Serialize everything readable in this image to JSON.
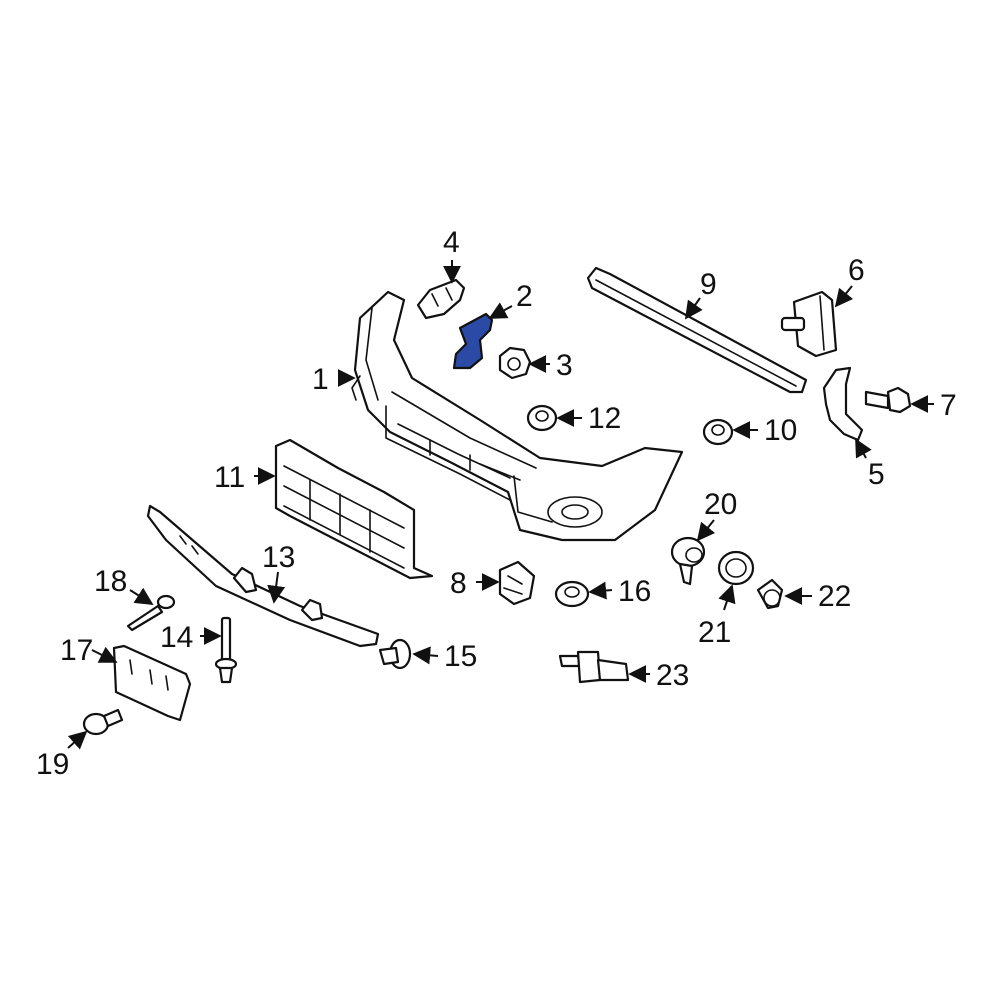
{
  "highlight_color": "#2b4aa6",
  "highlighted_part": "2",
  "callouts": {
    "c1": "1",
    "c2": "2",
    "c3": "3",
    "c4": "4",
    "c5": "5",
    "c6": "6",
    "c7": "7",
    "c8": "8",
    "c9": "9",
    "c10": "10",
    "c11": "11",
    "c12": "12",
    "c13": "13",
    "c14": "14",
    "c15": "15",
    "c16": "16",
    "c17": "17",
    "c18": "18",
    "c19": "19",
    "c20": "20",
    "c21": "21",
    "c22": "22",
    "c23": "23"
  }
}
